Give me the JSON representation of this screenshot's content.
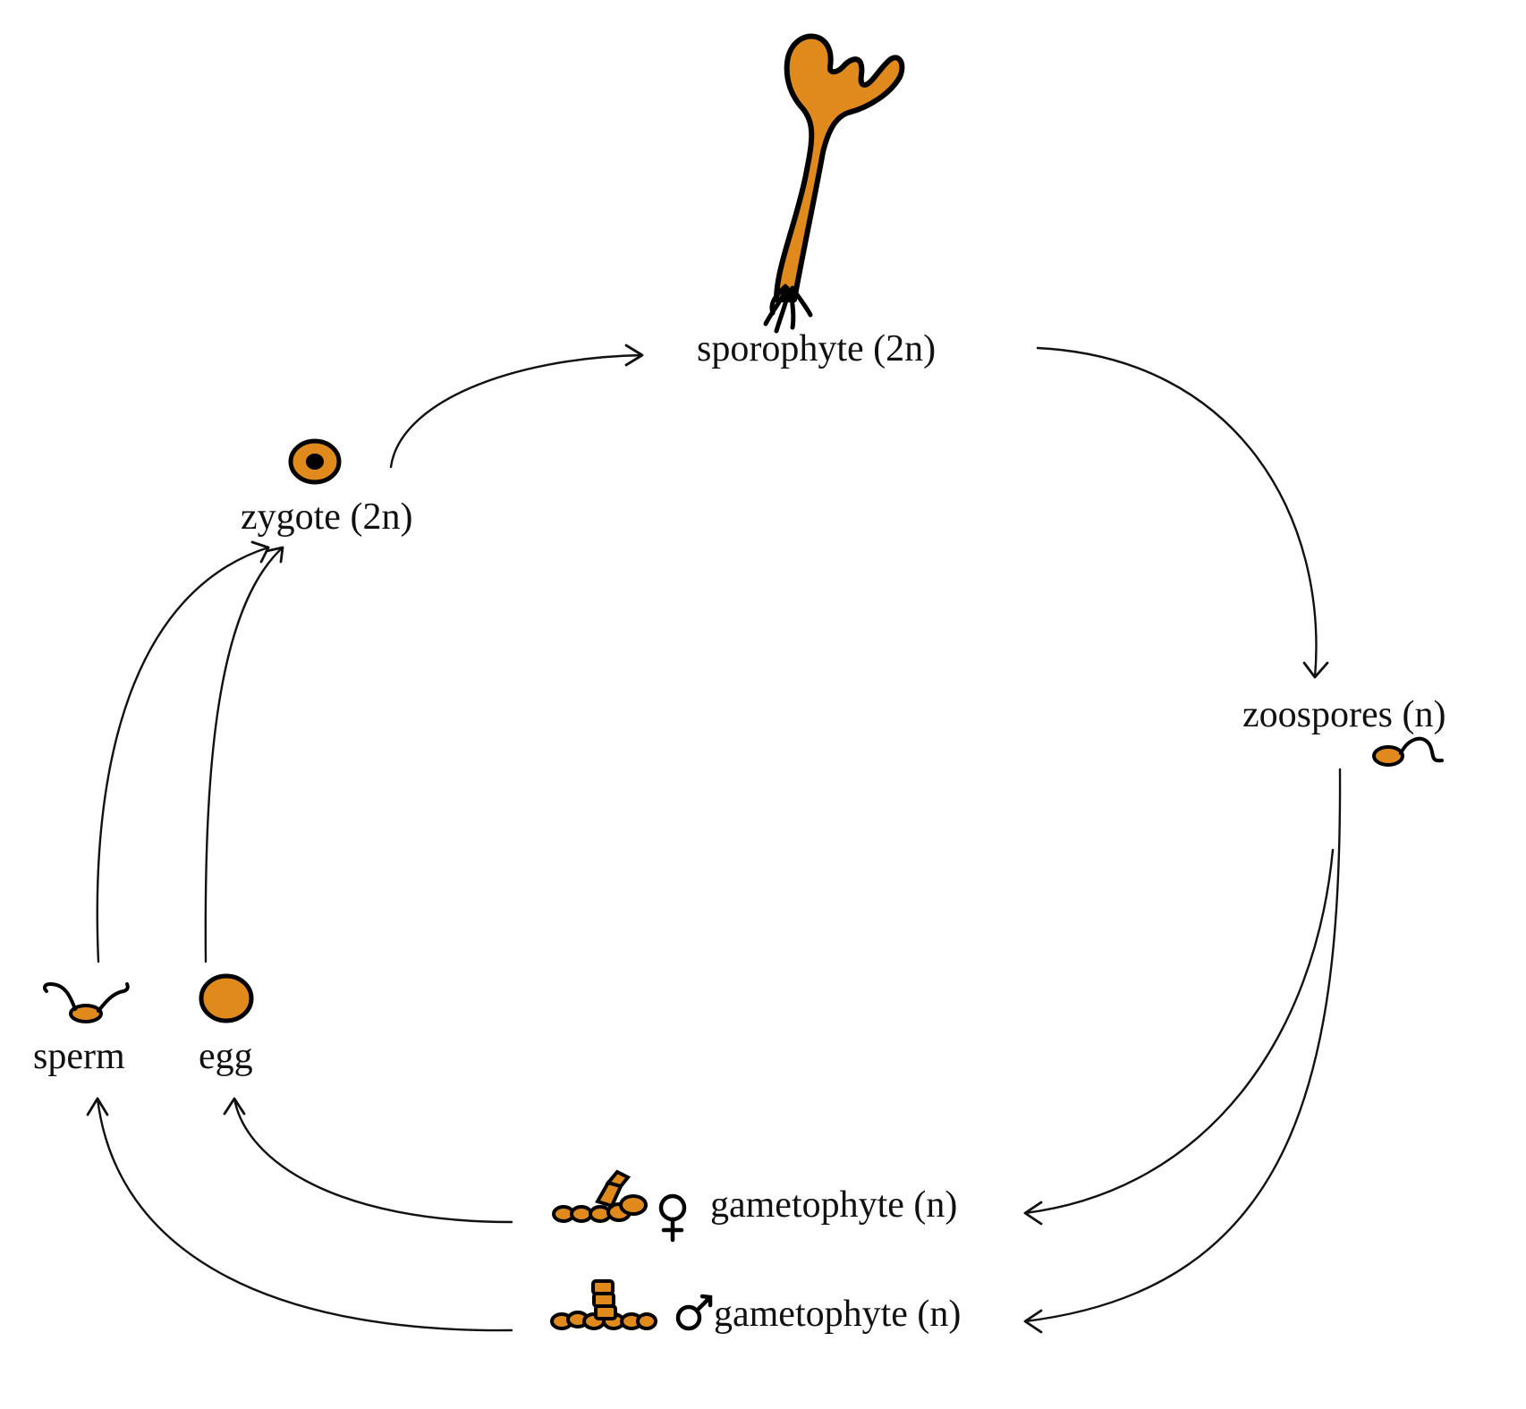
{
  "labels": {
    "sporophyte": "sporophyte (2n)",
    "zoospores": "zoospores (n)",
    "female_gametophyte": "gametophyte (n)",
    "male_gametophyte": "gametophyte (n)",
    "sperm": "sperm",
    "egg": "egg",
    "zygote": "zygote (2n)"
  },
  "colors": {
    "organism_fill": "#E08A1E",
    "outline": "#000000",
    "arrow": "#111111"
  },
  "icons": {
    "sporophyte": "kelp-sporophyte-icon",
    "zoospore": "flagellated-zoospore-icon",
    "female_gametophyte": "filamentous-gametophyte-icon",
    "male_gametophyte": "filamentous-gametophyte-icon",
    "female_symbol": "venus-symbol",
    "male_symbol": "mars-symbol",
    "sperm": "biflagellate-sperm-icon",
    "egg": "egg-cell-icon",
    "zygote": "zygote-cell-icon"
  }
}
